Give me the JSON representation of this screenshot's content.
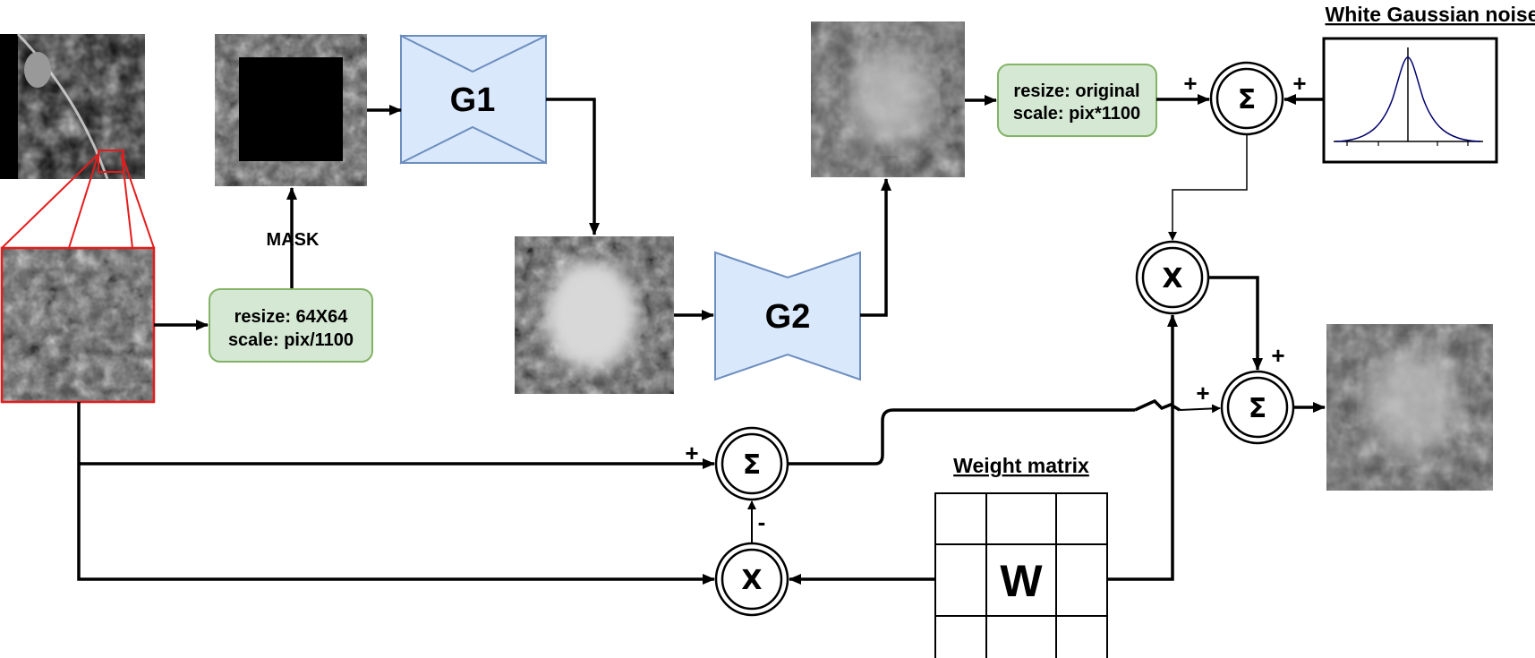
{
  "nodes": {
    "mask_label": "MASK",
    "resize_in": {
      "line1": "resize: 64X64",
      "line2": "scale: pix/1100"
    },
    "resize_out": {
      "line1": "resize: original",
      "line2": "scale: pix*1100"
    },
    "g1": "G1",
    "g2": "G2",
    "noise_title": "White Gaussian noise",
    "weight_title": "Weight matrix",
    "weight_symbol": "W",
    "sum_symbol": "Σ",
    "mult_symbol": "X"
  },
  "signs": {
    "plus": "+",
    "minus": "-"
  },
  "colors": {
    "generator_fill": "#dae8fc",
    "generator_stroke": "#6c8ebf",
    "process_fill": "#d5e8d4",
    "process_stroke": "#82b366",
    "roi_outline": "#e51c1c",
    "curve": "#00006e"
  }
}
